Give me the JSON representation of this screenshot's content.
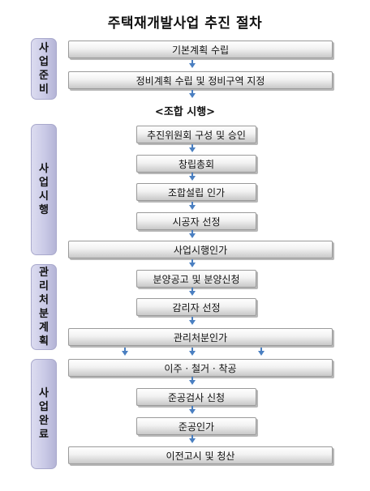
{
  "title": "주택재개발사업 추진 절차",
  "stages": [
    {
      "chars": [
        "사",
        "업",
        "준",
        "비"
      ]
    },
    {
      "chars": [
        "사",
        "업",
        "시",
        "행"
      ]
    },
    {
      "chars": [
        "관",
        "리",
        "처",
        "분",
        "계",
        "획"
      ]
    },
    {
      "chars": [
        "사",
        "업",
        "완",
        "료"
      ]
    }
  ],
  "join_label": "<조합 시행>",
  "steps": [
    "기본계획 수립",
    "정비계획 수립 및 정비구역 지정",
    "추진위원회 구성 및 승인",
    "창립총회",
    "조합설립 인가",
    "시공자 선정",
    "사업시행인가",
    "분양공고 및 분양신청",
    "감리자 선정",
    "관리처분인가",
    "이주 · 철거 · 착공",
    "준공검사 신청",
    "준공인가",
    "이전고시 및 청산"
  ],
  "colors": {
    "arrow": "#4a7fc1",
    "stage_fill": "#c9c9e6",
    "box_fill": "#f2f2f2"
  }
}
